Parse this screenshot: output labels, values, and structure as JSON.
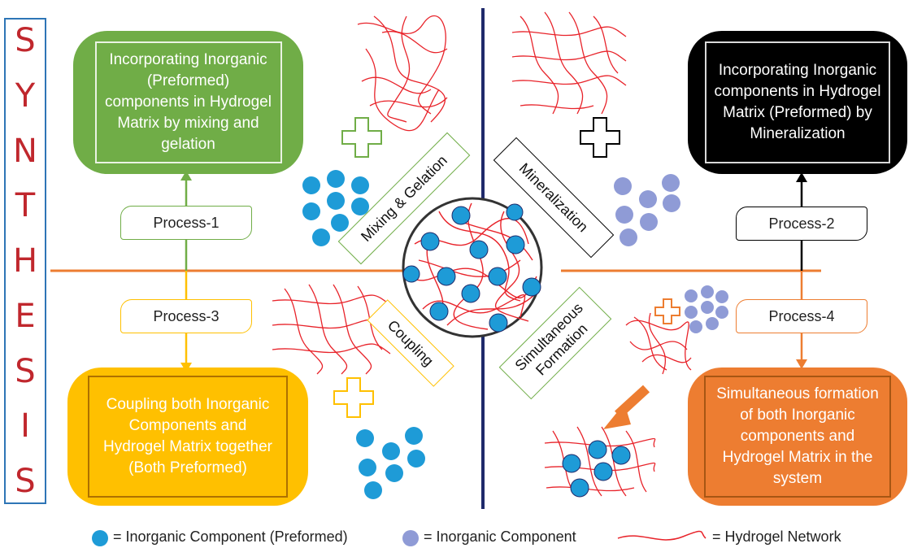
{
  "side_title": "SYNTHESIS",
  "boxes": {
    "top_left": "Incorporating Inorganic (Preformed) components in Hydrogel Matrix by mixing and gelation",
    "top_right": "Incorporating Inorganic components in Hydrogel Matrix (Preformed) by Mineralization",
    "bottom_left": "Coupling both Inorganic Components and Hydrogel Matrix together (Both Preformed)",
    "bottom_right": "Simultaneous formation of both Inorganic components and Hydrogel Matrix in the system"
  },
  "processes": {
    "p1": "Process-1",
    "p2": "Process-2",
    "p3": "Process-3",
    "p4": "Process-4"
  },
  "methods": {
    "mixing": "Mixing & Gelation",
    "mineralization": "Mineralization",
    "coupling": "Coupling",
    "simultaneous": "Simultaneous Formation"
  },
  "legend": {
    "preformed": "= Inorganic Component (Preformed)",
    "component": "= Inorganic Component",
    "network": "= Hydrogel Network"
  },
  "colors": {
    "green": "#70ad47",
    "black": "#000000",
    "yellow": "#ffc000",
    "orange": "#ed7d31",
    "navy": "#1f2a6b",
    "blue_dot": "#1e9bd7",
    "lavender_dot": "#8f9bd6",
    "hydrogel_red": "#e8232a",
    "synthesis_red": "#c0272d",
    "frame_blue": "#2e75b6"
  }
}
